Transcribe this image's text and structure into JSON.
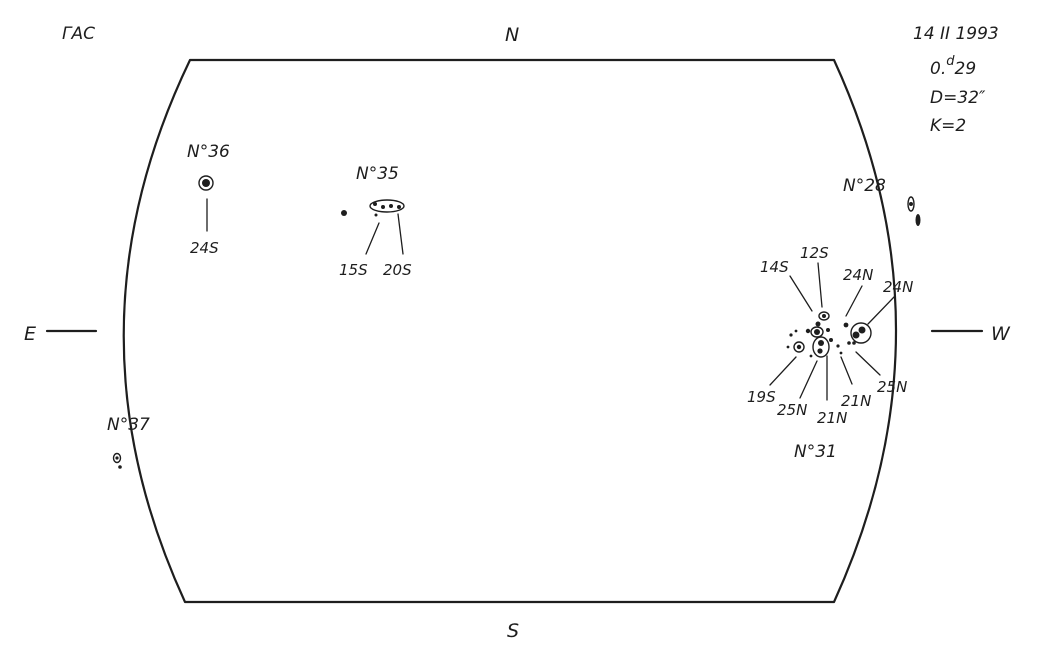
{
  "observatory": "ГАС",
  "directions": {
    "north": "N",
    "south": "S",
    "east": "E",
    "west": "W"
  },
  "observation": {
    "date": "14 II 1993",
    "time_main": "0.",
    "time_sup": "d",
    "time_frac": "29",
    "diameter": "D=32″",
    "k": "K=2"
  },
  "groups": {
    "g35": {
      "label": "N°35",
      "lat_a": "15S",
      "lat_b": "20S"
    },
    "g36": {
      "label": "N°36",
      "lat": "24S"
    },
    "g37": {
      "label": "N°37"
    },
    "g28": {
      "label": "N°28"
    },
    "g31": {
      "label": "N°31",
      "lat_14s": "14S",
      "lat_12s": "12S",
      "lat_24n_a": "24N",
      "lat_24n_b": "24N",
      "lat_19s": "19S",
      "lat_25n_a": "25N",
      "lat_21n_a": "21N",
      "lat_21n_b": "21N",
      "lat_25n_b": "25N"
    }
  },
  "colors": {
    "ink": "#1e1e1e",
    "paper": "#ffffff"
  }
}
